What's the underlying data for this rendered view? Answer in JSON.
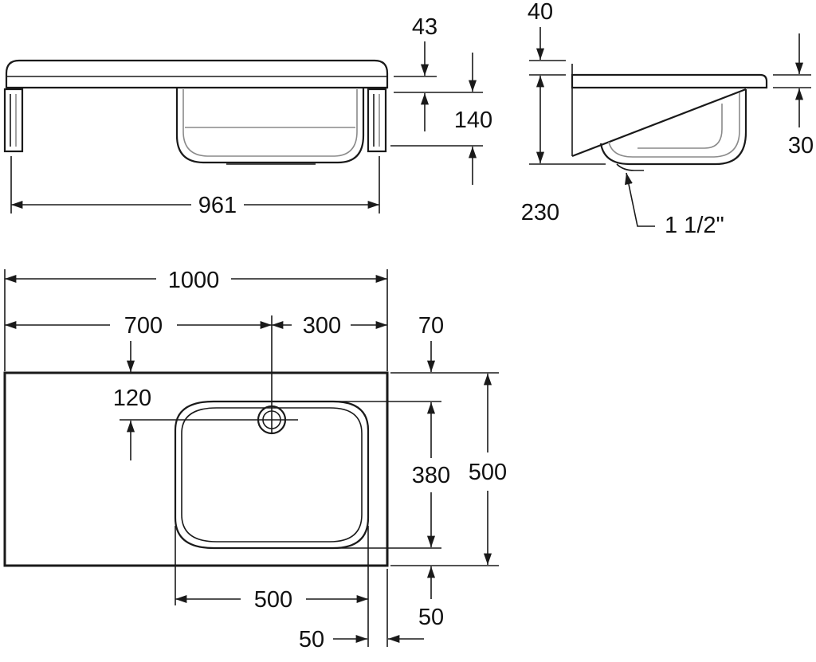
{
  "dimensions": {
    "front_width": "961",
    "top_thickness": "43",
    "bowl_depth_front": "140",
    "side_top": "40",
    "side_height": "230",
    "side_rim": "30",
    "drain_size": "1 1/2\"",
    "total_width": "1000",
    "left_offset": "700",
    "right_offset": "300",
    "top_margin": "70",
    "drain_offset": "120",
    "bowl_depth": "380",
    "total_depth": "500",
    "bowl_width": "500",
    "bottom_margin": "50",
    "right_margin": "50"
  },
  "colors": {
    "line": "#1a1a1a",
    "background": "#ffffff"
  }
}
